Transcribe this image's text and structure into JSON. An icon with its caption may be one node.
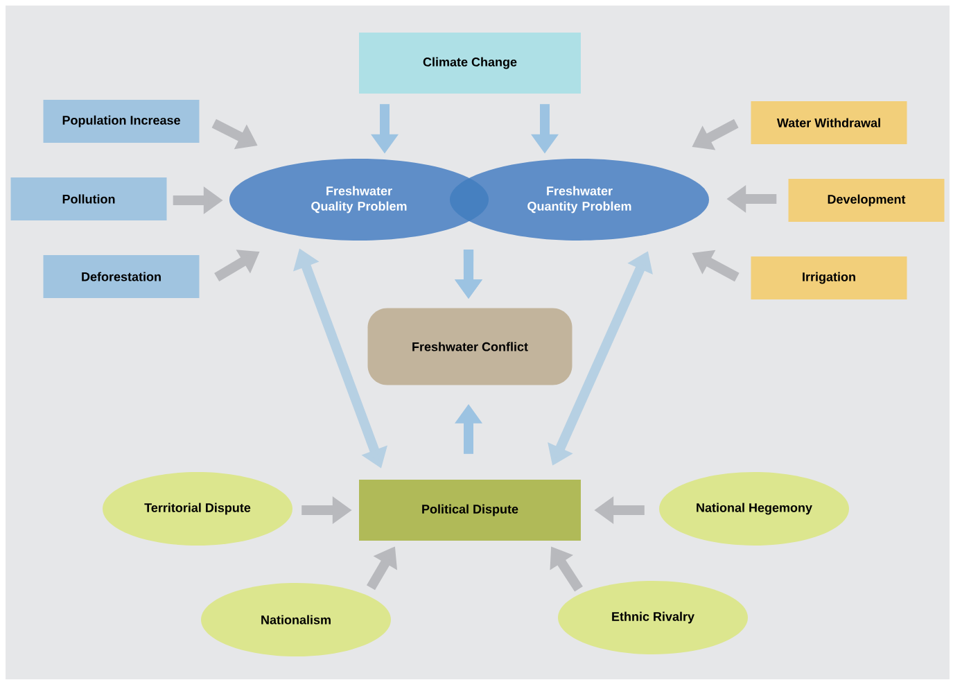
{
  "diagram": {
    "nodes": [
      {
        "text": [
          "Climate Change"
        ]
      },
      {
        "text": [
          "Population Increase"
        ]
      },
      {
        "text": [
          "Pollution"
        ]
      },
      {
        "text": [
          "Deforestation"
        ]
      },
      {
        "text": [
          "Freshwater Quality Problem"
        ]
      },
      {
        "text": [
          "Freshwater Quantity Problem"
        ]
      },
      {
        "text": [
          "Water Withdrawal"
        ]
      },
      {
        "text": [
          "Development"
        ]
      },
      {
        "text": [
          "Irrigation"
        ]
      },
      {
        "text": [
          "Freshwater Conflict"
        ]
      },
      {
        "text": [
          "Political Dispute"
        ]
      },
      {
        "text": [
          "Territorial Dispute"
        ]
      },
      {
        "text": [
          "National Hegemony"
        ]
      },
      {
        "text": [
          "Nationalism"
        ]
      },
      {
        "text": [
          "Ethnic Rivalry"
        ]
      }
    ],
    "edges": [
      {
        "from": 0,
        "to": 4,
        "arrow": "to",
        "color": "#9cc3e2"
      },
      {
        "from": 0,
        "to": 5,
        "arrow": "to",
        "color": "#9cc3e2"
      },
      {
        "from": 1,
        "to": 4,
        "arrow": "to"
      },
      {
        "from": 2,
        "to": 4,
        "arrow": "to"
      },
      {
        "from": 3,
        "to": 4,
        "arrow": "to"
      },
      {
        "from": 6,
        "to": 5,
        "arrow": "to"
      },
      {
        "from": 7,
        "to": 5,
        "arrow": "to"
      },
      {
        "from": 8,
        "to": 5,
        "arrow": "to"
      },
      {
        "from": 4,
        "to": 9,
        "arrow": "to",
        "color": "#9cc3e2"
      },
      {
        "from": 5,
        "to": 9,
        "arrow": "to",
        "color": "#9cc3e2"
      },
      {
        "from": 10,
        "to": 9,
        "arrow": "to",
        "color": "#9cc3e2"
      },
      {
        "from": 4,
        "to": 10,
        "arrow": "both",
        "color": "#b6d0e3"
      },
      {
        "from": 5,
        "to": 10,
        "arrow": "both",
        "color": "#b6d0e3"
      },
      {
        "from": 11,
        "to": 10,
        "arrow": "to"
      },
      {
        "from": 12,
        "to": 10,
        "arrow": "to"
      },
      {
        "from": 13,
        "to": 10,
        "arrow": "to"
      },
      {
        "from": 14,
        "to": 10,
        "arrow": "to"
      }
    ]
  }
}
